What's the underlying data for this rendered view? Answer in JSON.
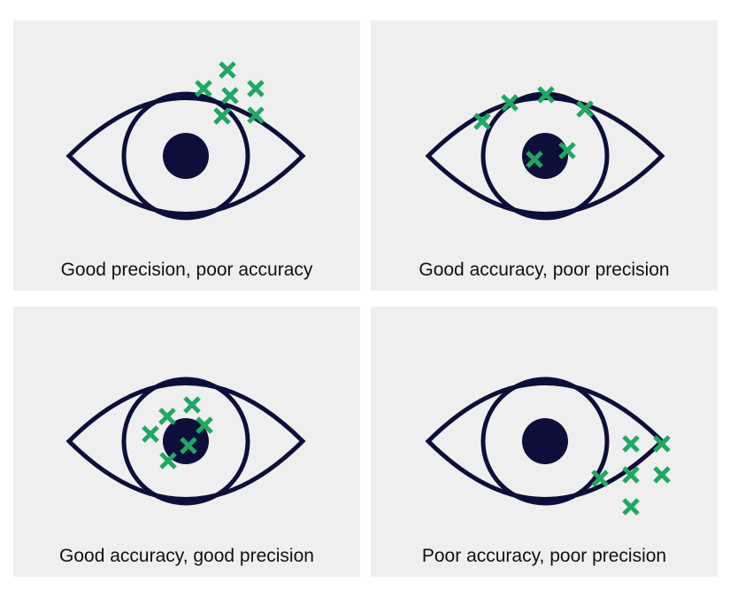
{
  "colors": {
    "panel_bg": "#efeff0",
    "eye_stroke": "#0d0f3a",
    "pupil": "#0d0f3a",
    "marker": "#1fa863",
    "caption_text": "#111111"
  },
  "icons": {
    "eye": "eye-icon",
    "marker": "cross-marker-icon"
  },
  "panels": [
    {
      "caption": "Good precision, poor accuracy"
    },
    {
      "caption": "Good accuracy, poor precision"
    },
    {
      "caption": "Good accuracy, good precision"
    },
    {
      "caption": "Poor accuracy, poor precision"
    }
  ]
}
